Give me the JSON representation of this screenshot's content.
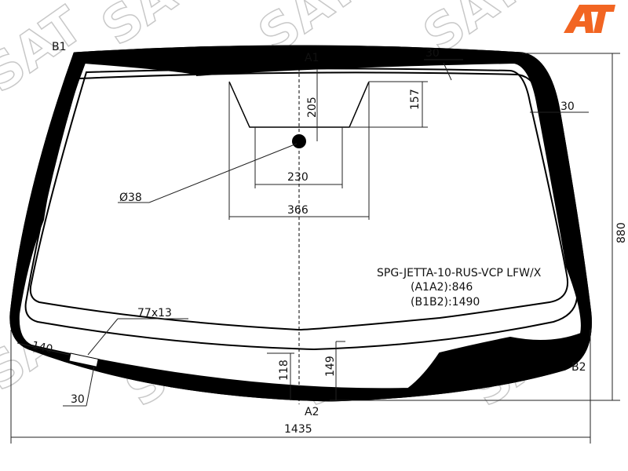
{
  "logo": {
    "text": "AT",
    "color": "#f26522"
  },
  "watermark": "SAT",
  "labels": {
    "a1": "A1",
    "a2": "A2",
    "b1": "B1",
    "b2": "B2"
  },
  "dimensions": {
    "top_band": "30",
    "right_band": "30",
    "sensor_height": "205",
    "sensor_depth": "157",
    "sensor_inner_width": "230",
    "sensor_outer_width": "366",
    "hole_diameter": "Ø38",
    "label_size": "77x13",
    "label_offset_side": "140",
    "label_offset_bottom": "30",
    "bottom_left": "118",
    "bottom_right": "149",
    "total_height": "880",
    "total_width": "1435"
  },
  "info": {
    "code": "SPG-JETTA-10-RUS-VCP LFW/X",
    "a1a2": "(A1A2):846",
    "b1b2": "(B1B2):1490"
  }
}
